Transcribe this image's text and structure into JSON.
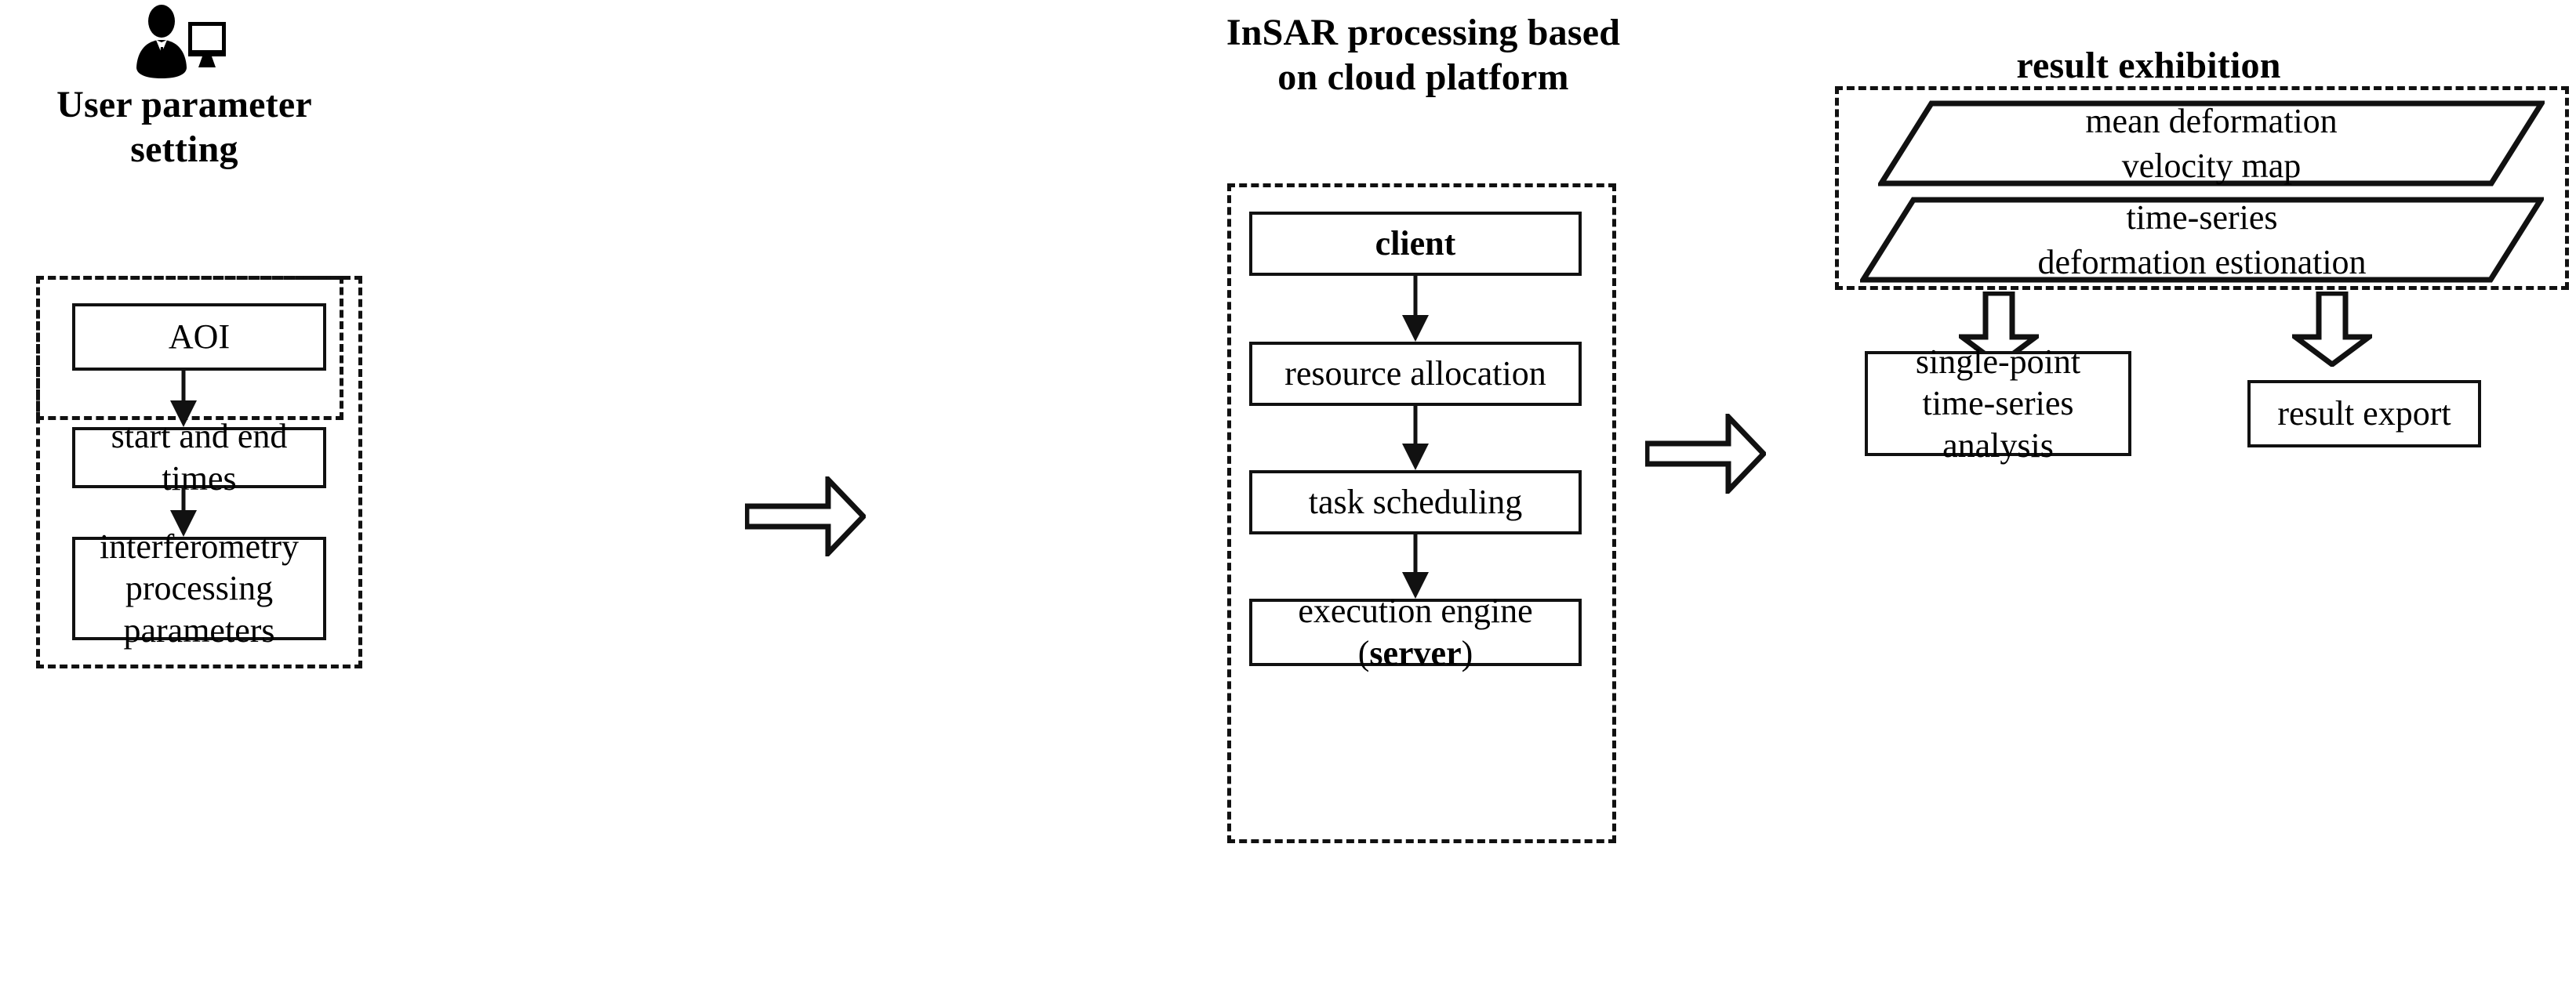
{
  "diagram": {
    "title_user_setting": "User parameter setting",
    "title_insar": "InSAR processing based\non cloud platform",
    "title_insar_line1": "InSAR processing based",
    "title_insar_line2": "on cloud platform",
    "title_result": "result exhibition",
    "icon_user": "user-with-monitor-icon"
  },
  "user_parameter_setting": {
    "heading": "User parameter setting",
    "nodes": [
      {
        "id": "aoi",
        "label": "AOI"
      },
      {
        "id": "times",
        "label": "start and end times"
      },
      {
        "id": "params",
        "label": "interferometry processing parameters",
        "line1": "interferometry processing",
        "line2": "parameters"
      }
    ],
    "arrows": [
      "aoi-to-times",
      "times-to-params"
    ]
  },
  "insar_processing": {
    "heading_line1": "InSAR processing based",
    "heading_line2": "on cloud platform",
    "nodes": [
      {
        "id": "client",
        "label": "client",
        "bold": true
      },
      {
        "id": "resource",
        "label": "resource allocation",
        "bold": false
      },
      {
        "id": "task",
        "label": "task scheduling",
        "bold": false
      },
      {
        "id": "engine",
        "label_prefix": "execution engine (",
        "label_bold": "server",
        "label_suffix": ")"
      }
    ],
    "arrows": [
      "client-to-resource",
      "resource-to-task",
      "task-to-engine"
    ]
  },
  "result_exhibition": {
    "heading": "result exhibition",
    "parallelograms": [
      {
        "id": "velocity-map",
        "line1": "mean deformation",
        "line2": "velocity map"
      },
      {
        "id": "timeseries-deformation",
        "line1": "time-series",
        "line2": "deformation estionation"
      }
    ],
    "nodes": [
      {
        "id": "single-point-analysis",
        "line1": "single-point",
        "line2": "time-series",
        "line3": "analysis"
      },
      {
        "id": "result-export",
        "label": "result export"
      }
    ]
  },
  "connectors": {
    "setting_to_insar": "right-block-arrow",
    "insar_to_result": "right-block-arrow",
    "result_to_single_point": "down-block-arrow",
    "result_to_export": "down-block-arrow"
  },
  "colors": {
    "stroke": "#111111",
    "background": "#ffffff",
    "text": "#000000"
  }
}
